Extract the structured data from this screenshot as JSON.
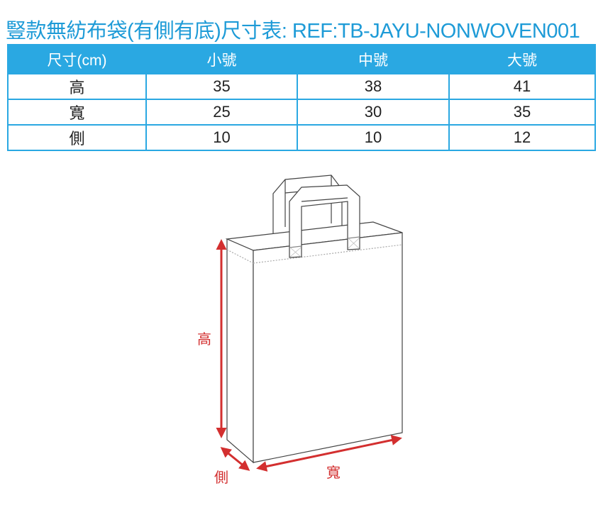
{
  "title": "豎款無紡布袋(有側有底)尺寸表: REF:TB-JAYU-NONWOVEN001",
  "table": {
    "headers": [
      "尺寸(cm)",
      "小號",
      "中號",
      "大號"
    ],
    "rows": [
      [
        "高",
        "35",
        "38",
        "41"
      ],
      [
        "寬",
        "25",
        "30",
        "35"
      ],
      [
        "側",
        "10",
        "10",
        "12"
      ]
    ]
  },
  "diagram": {
    "height_label": "高",
    "width_label": "寬",
    "side_label": "側"
  },
  "colors": {
    "accent": "#2aa8e2",
    "dimension": "#d32f2f"
  }
}
